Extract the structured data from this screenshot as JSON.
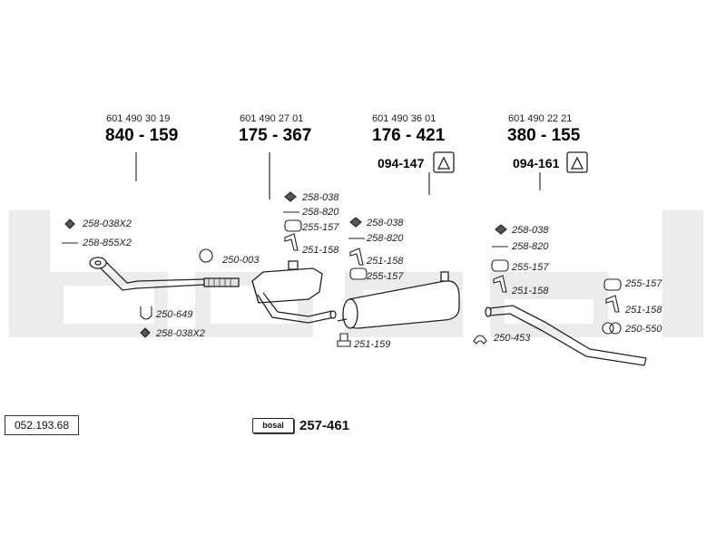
{
  "groups": [
    {
      "oem": "601 490 30 19",
      "number": "840 - 159"
    },
    {
      "oem": "601 490 27 01",
      "number": "175 - 367"
    },
    {
      "oem": "601 490 36 01",
      "number": "176 - 421",
      "mount": "094-147"
    },
    {
      "oem": "601 490 22 21",
      "number": "380 - 155",
      "mount": "094-161"
    }
  ],
  "parts": {
    "p1": "258-038X2",
    "p2": "258-855X2",
    "p3": "250-649",
    "p4": "258-038X2",
    "p5": "250-003",
    "p6": "258-038",
    "p7": "258-820",
    "p8": "255-157",
    "p9": "251-158",
    "p10": "258-038",
    "p11": "258-820",
    "p12": "251-158",
    "p13": "255-157",
    "p14": "251-159",
    "p15": "258-038",
    "p16": "258-820",
    "p17": "255-157",
    "p18": "251-158",
    "p19": "250-453",
    "p20": "255-157",
    "p21": "251-158",
    "p22": "250-550"
  },
  "reference": "052.193.68",
  "assembly": {
    "logo": "bosal",
    "number": "257-461"
  },
  "watermark": "bosal",
  "colors": {
    "watermark": "#ececec",
    "line": "#222222"
  }
}
